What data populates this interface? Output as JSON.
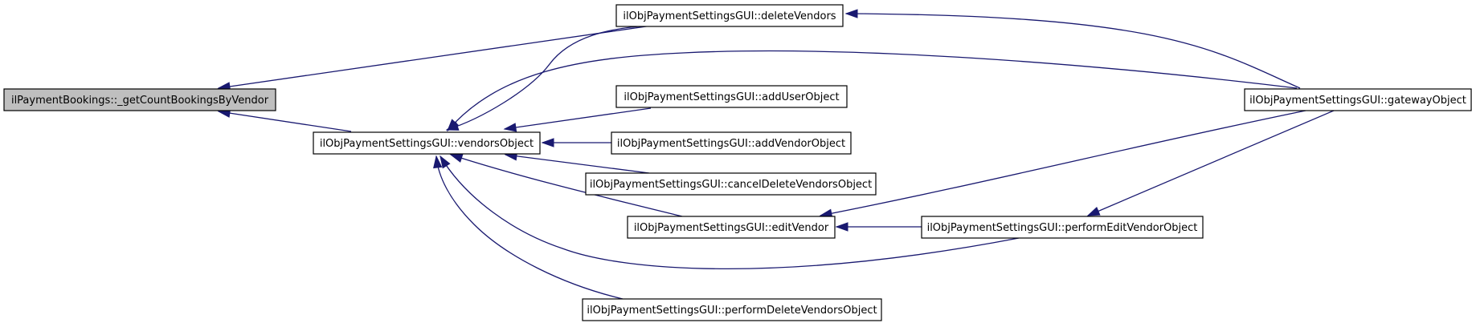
{
  "colors": {
    "edge": "#191970",
    "node_border": "#000000",
    "node_fill": "#ffffff",
    "root_fill": "#bfbfbf"
  },
  "nodes": [
    {
      "id": "n0",
      "label": "ilPaymentBookings::_getCountBookingsByVendor",
      "root": true
    },
    {
      "id": "n1",
      "label": "ilObjPaymentSettingsGUI::deleteVendors"
    },
    {
      "id": "n2",
      "label": "ilObjPaymentSettingsGUI::vendorsObject"
    },
    {
      "id": "n3",
      "label": "ilObjPaymentSettingsGUI::gatewayObject"
    },
    {
      "id": "n4",
      "label": "ilObjPaymentSettingsGUI::addUserObject"
    },
    {
      "id": "n5",
      "label": "ilObjPaymentSettingsGUI::addVendorObject"
    },
    {
      "id": "n6",
      "label": "ilObjPaymentSettingsGUI::cancelDeleteVendorsObject"
    },
    {
      "id": "n7",
      "label": "ilObjPaymentSettingsGUI::editVendor"
    },
    {
      "id": "n8",
      "label": "ilObjPaymentSettingsGUI::performEditVendorObject"
    },
    {
      "id": "n9",
      "label": "ilObjPaymentSettingsGUI::performDeleteVendorsObject"
    }
  ],
  "edges": [
    {
      "from": "n1",
      "to": "n0"
    },
    {
      "from": "n2",
      "to": "n0"
    },
    {
      "from": "n3",
      "to": "n1"
    },
    {
      "from": "n1",
      "to": "n2"
    },
    {
      "from": "n3",
      "to": "n2"
    },
    {
      "from": "n4",
      "to": "n2"
    },
    {
      "from": "n5",
      "to": "n2"
    },
    {
      "from": "n6",
      "to": "n2"
    },
    {
      "from": "n7",
      "to": "n2"
    },
    {
      "from": "n8",
      "to": "n2"
    },
    {
      "from": "n9",
      "to": "n2"
    },
    {
      "from": "n3",
      "to": "n7"
    },
    {
      "from": "n8",
      "to": "n7"
    },
    {
      "from": "n3",
      "to": "n8"
    }
  ]
}
